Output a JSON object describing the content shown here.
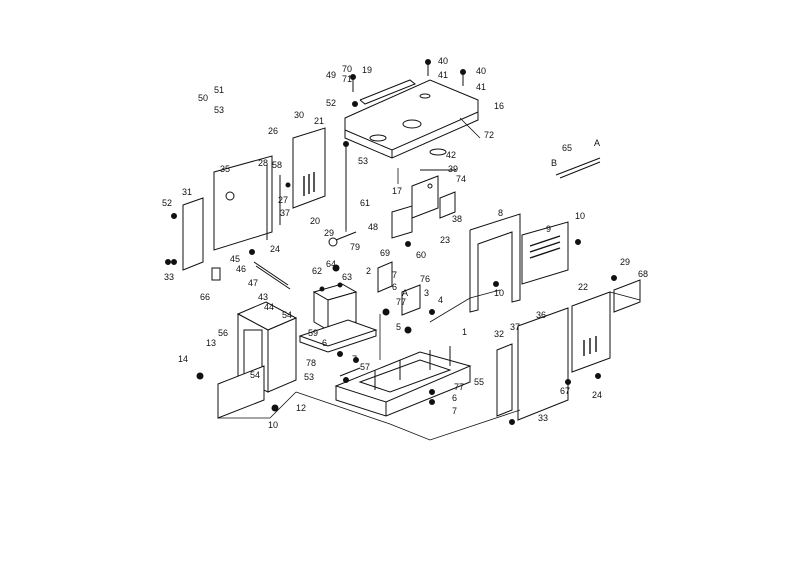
{
  "diagram": {
    "labels": [
      {
        "id": "l51",
        "text": "51"
      },
      {
        "id": "l50",
        "text": "50"
      },
      {
        "id": "l53a",
        "text": "53"
      },
      {
        "id": "l70",
        "text": "70"
      },
      {
        "id": "l49",
        "text": "49"
      },
      {
        "id": "l71",
        "text": "71"
      },
      {
        "id": "l19",
        "text": "19"
      },
      {
        "id": "l40a",
        "text": "40"
      },
      {
        "id": "l41a",
        "text": "41"
      },
      {
        "id": "l40b",
        "text": "40"
      },
      {
        "id": "l41b",
        "text": "41"
      },
      {
        "id": "l16",
        "text": "16"
      },
      {
        "id": "l52a",
        "text": "52"
      },
      {
        "id": "l72",
        "text": "72"
      },
      {
        "id": "l53b",
        "text": "53"
      },
      {
        "id": "l42",
        "text": "42"
      },
      {
        "id": "l17",
        "text": "17"
      },
      {
        "id": "l39",
        "text": "39"
      },
      {
        "id": "l74",
        "text": "74"
      },
      {
        "id": "l65",
        "text": "65"
      },
      {
        "id": "lA",
        "text": "A"
      },
      {
        "id": "lB",
        "text": "B"
      },
      {
        "id": "l26",
        "text": "26"
      },
      {
        "id": "l30",
        "text": "30"
      },
      {
        "id": "l21",
        "text": "21"
      },
      {
        "id": "l35",
        "text": "35"
      },
      {
        "id": "l28",
        "text": "28"
      },
      {
        "id": "l58",
        "text": "58"
      },
      {
        "id": "l27",
        "text": "27"
      },
      {
        "id": "l37a",
        "text": "37"
      },
      {
        "id": "l31",
        "text": "31"
      },
      {
        "id": "l52b",
        "text": "52"
      },
      {
        "id": "l61",
        "text": "61"
      },
      {
        "id": "l20",
        "text": "20"
      },
      {
        "id": "l29a",
        "text": "29"
      },
      {
        "id": "l24a",
        "text": "24"
      },
      {
        "id": "l38",
        "text": "38"
      },
      {
        "id": "l48",
        "text": "48"
      },
      {
        "id": "l23",
        "text": "23"
      },
      {
        "id": "l8",
        "text": "8"
      },
      {
        "id": "l10a",
        "text": "10"
      },
      {
        "id": "l9",
        "text": "9"
      },
      {
        "id": "l33a",
        "text": "33"
      },
      {
        "id": "l66",
        "text": "66"
      },
      {
        "id": "l45",
        "text": "45"
      },
      {
        "id": "l46",
        "text": "46"
      },
      {
        "id": "l47",
        "text": "47"
      },
      {
        "id": "l43",
        "text": "43"
      },
      {
        "id": "l44",
        "text": "44"
      },
      {
        "id": "l79",
        "text": "79"
      },
      {
        "id": "l60",
        "text": "60"
      },
      {
        "id": "l64",
        "text": "64"
      },
      {
        "id": "l69",
        "text": "69"
      },
      {
        "id": "l62",
        "text": "62"
      },
      {
        "id": "l63",
        "text": "63"
      },
      {
        "id": "l2",
        "text": "2"
      },
      {
        "id": "l7a",
        "text": "7"
      },
      {
        "id": "l6a",
        "text": "6"
      },
      {
        "id": "l76",
        "text": "76"
      },
      {
        "id": "lA2",
        "text": "A"
      },
      {
        "id": "l3",
        "text": "3"
      },
      {
        "id": "l77a",
        "text": "77"
      },
      {
        "id": "l4",
        "text": "4"
      },
      {
        "id": "l5",
        "text": "5"
      },
      {
        "id": "l10b",
        "text": "10"
      },
      {
        "id": "l29b",
        "text": "29"
      },
      {
        "id": "l68",
        "text": "68"
      },
      {
        "id": "l22",
        "text": "22"
      },
      {
        "id": "l59",
        "text": "59"
      },
      {
        "id": "l54a",
        "text": "54"
      },
      {
        "id": "l56",
        "text": "56"
      },
      {
        "id": "l1",
        "text": "1"
      },
      {
        "id": "l32",
        "text": "32"
      },
      {
        "id": "l37b",
        "text": "37"
      },
      {
        "id": "l36",
        "text": "36"
      },
      {
        "id": "l78",
        "text": "78"
      },
      {
        "id": "l6b",
        "text": "6"
      },
      {
        "id": "l7b",
        "text": "7"
      },
      {
        "id": "l57",
        "text": "57"
      },
      {
        "id": "l14",
        "text": "14"
      },
      {
        "id": "l13",
        "text": "13"
      },
      {
        "id": "l54b",
        "text": "54"
      },
      {
        "id": "l53c",
        "text": "53"
      },
      {
        "id": "l55",
        "text": "55"
      },
      {
        "id": "l67",
        "text": "67"
      },
      {
        "id": "l24b",
        "text": "24"
      },
      {
        "id": "l77b",
        "text": "77"
      },
      {
        "id": "l6c",
        "text": "6"
      },
      {
        "id": "l7c",
        "text": "7"
      },
      {
        "id": "l12",
        "text": "12"
      },
      {
        "id": "l10c",
        "text": "10"
      },
      {
        "id": "l33b",
        "text": "33"
      }
    ]
  }
}
